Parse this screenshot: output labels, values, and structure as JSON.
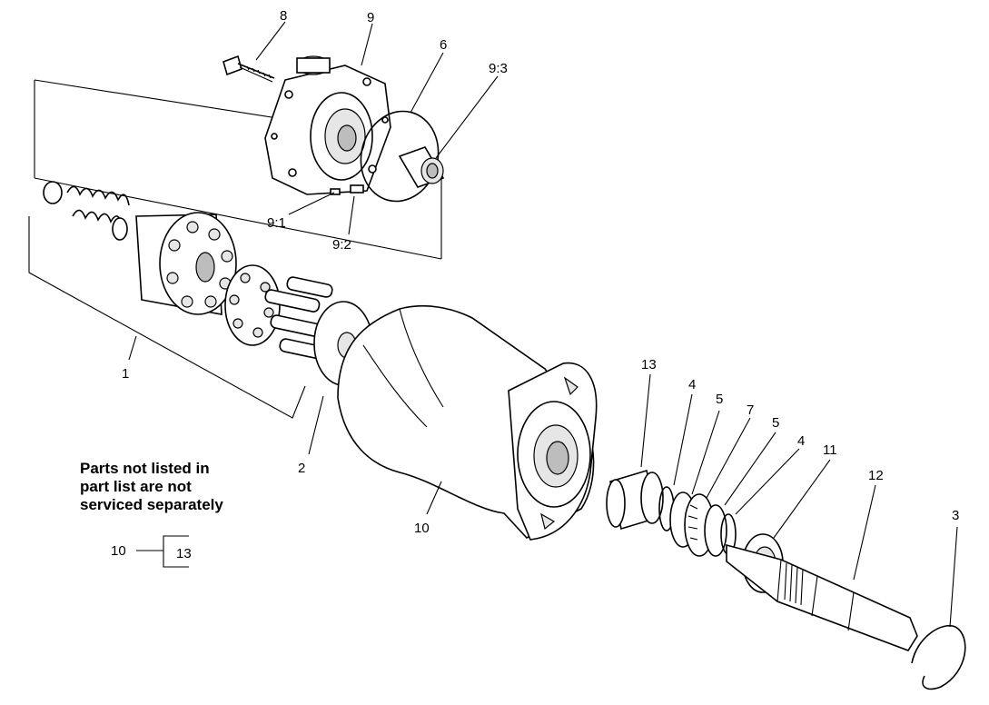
{
  "labels": {
    "p8": "8",
    "p9": "9",
    "p6": "6",
    "p9_3": "9:3",
    "p9_1": "9:1",
    "p9_2": "9:2",
    "p1": "1",
    "p2": "2",
    "p10": "10",
    "p13": "13",
    "p4a": "4",
    "p5a": "5",
    "p7": "7",
    "p5b": "5",
    "p4b": "4",
    "p11": "11",
    "p12": "12",
    "p3": "3"
  },
  "note": {
    "line1": "Parts not listed in",
    "line2": "part list are not",
    "line3": "serviced separately"
  },
  "legend": {
    "left": "10",
    "right": "13"
  }
}
